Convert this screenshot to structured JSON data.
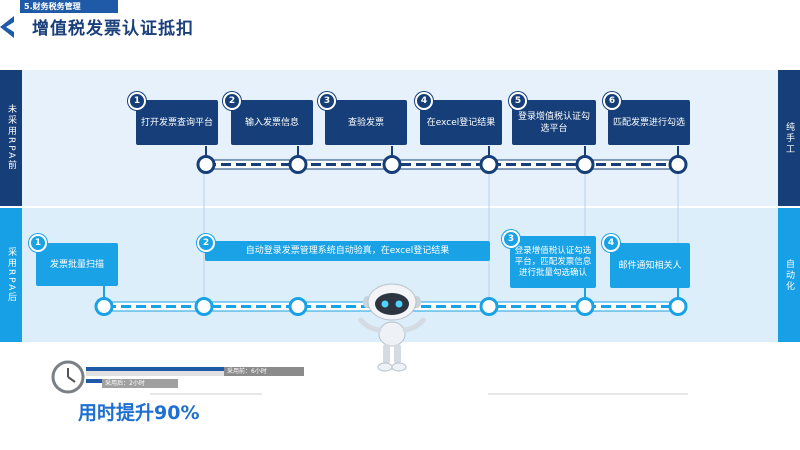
{
  "header": {
    "section_tab": "5.财务税务管理",
    "title": "增值税发票认证抵扣"
  },
  "rows": {
    "before": {
      "left_label": "未采用RPA前",
      "right_label": "纯手工"
    },
    "after": {
      "left_label": "采用RPA后",
      "right_label": "自动化"
    }
  },
  "before_steps": [
    {
      "num": "1",
      "label": "打开发票查询平台"
    },
    {
      "num": "2",
      "label": "输入发票信息"
    },
    {
      "num": "3",
      "label": "查验发票"
    },
    {
      "num": "4",
      "label": "在excel登记结果"
    },
    {
      "num": "5",
      "label": "登录增值税认证勾选平台"
    },
    {
      "num": "6",
      "label": "匹配发票进行勾选"
    }
  ],
  "after_steps": [
    {
      "num": "1",
      "label": "发票批量扫描"
    },
    {
      "num": "2",
      "label": "自动登录发票管理系统自动验真，在excel登记结果"
    },
    {
      "num": "3",
      "label": "登录增值税认证勾选平台，匹配发票信息进行批量勾选确认"
    },
    {
      "num": "4",
      "label": "邮件通知相关人"
    }
  ],
  "timing": {
    "before_label": "采用前：6小时",
    "after_label": "采用后：2小时",
    "before_hours": 6,
    "after_hours": 2,
    "improvement": "用时提升90%"
  },
  "colors": {
    "dark_blue": "#163f79",
    "bright_blue": "#17a0e6",
    "accent": "#1e6fd0"
  },
  "icons": [
    "chevron-left-icon",
    "clock-icon",
    "robot-icon"
  ]
}
